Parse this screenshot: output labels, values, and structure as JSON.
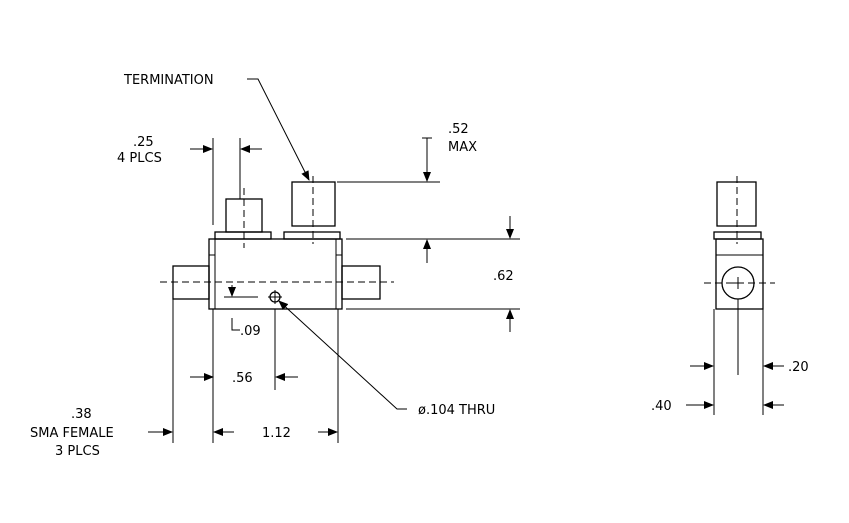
{
  "labels": {
    "termination": "TERMINATION",
    "dim_025": ".25",
    "plcs_4": "4 PLCS",
    "dim_052": ".52",
    "max": "MAX",
    "dim_062": ".62",
    "dim_009": ".09",
    "dim_056": ".56",
    "dim_112": "1.12",
    "hole": "ø.104  THRU",
    "dim_038": ".38",
    "sma_female": "SMA FEMALE",
    "plcs_3": "3 PLCS",
    "dim_020": ".20",
    "dim_040": ".40"
  },
  "colors": {
    "line": "#000000",
    "background": "#ffffff"
  }
}
